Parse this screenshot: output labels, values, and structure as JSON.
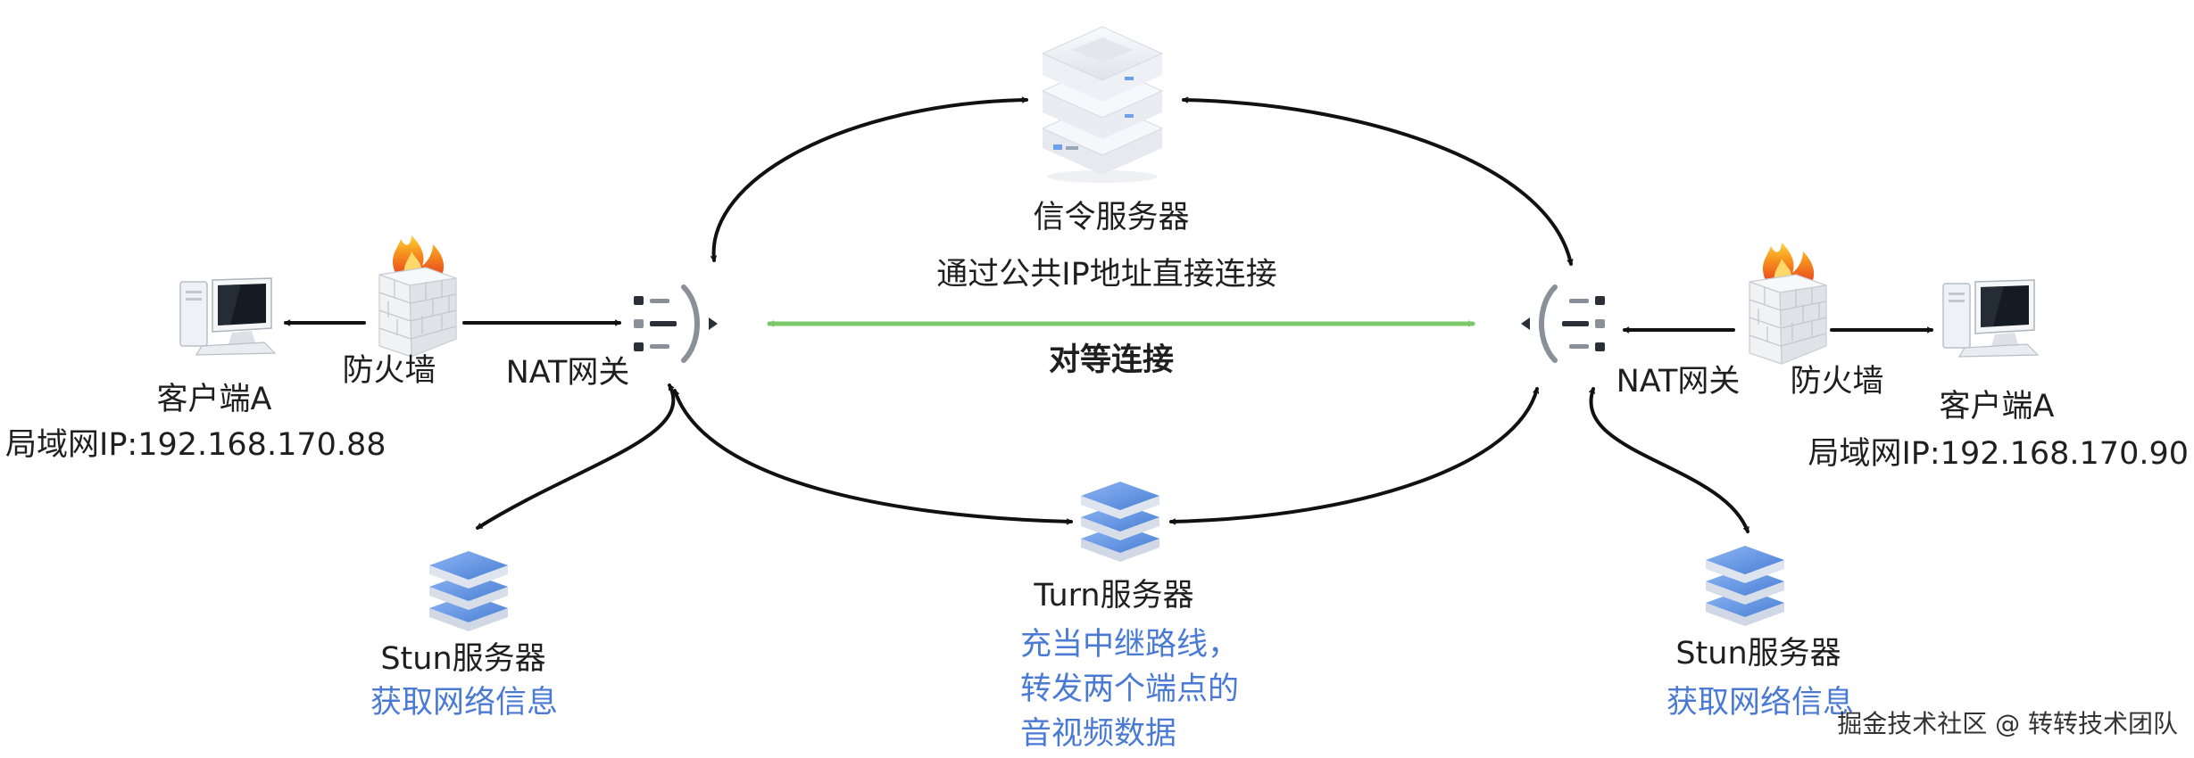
{
  "colors": {
    "arrow": "#111111",
    "p2p_arrow": "#7ac86a",
    "note_text": "#4a7ad3",
    "server_blue": "#5a8fe0"
  },
  "nodes": {
    "left_client": {
      "name": "客户端A",
      "ip": "局域网IP:192.168.170.88",
      "icon": "desktop-computer-icon"
    },
    "left_firewall": {
      "name": "防火墙",
      "icon": "firewall-icon"
    },
    "left_nat": {
      "name": "NAT网关",
      "icon": "nat-gateway-icon"
    },
    "right_nat": {
      "name": "NAT网关",
      "icon": "nat-gateway-icon"
    },
    "right_firewall": {
      "name": "防火墙",
      "icon": "firewall-icon"
    },
    "right_client": {
      "name": "客户端A",
      "ip": "局域网IP:192.168.170.90",
      "icon": "desktop-computer-icon"
    },
    "signal_server": {
      "name": "信令服务器",
      "icon": "ecs-server-icon"
    },
    "left_stun": {
      "name": "Stun服务器",
      "note": "获取网络信息",
      "icon": "server-stack-icon"
    },
    "right_stun": {
      "name": "Stun服务器",
      "note": "获取网络信息",
      "icon": "server-stack-icon"
    },
    "turn_server": {
      "name": "Turn服务器",
      "note_lines": [
        "充当中继路线，",
        "转发两个端点的",
        "音视频数据"
      ],
      "icon": "server-stack-icon"
    }
  },
  "edges": {
    "public_ip_label": "通过公共IP地址直接连接",
    "p2p_label": "对等连接"
  },
  "watermark": "掘金技术社区 @ 转转技术团队"
}
